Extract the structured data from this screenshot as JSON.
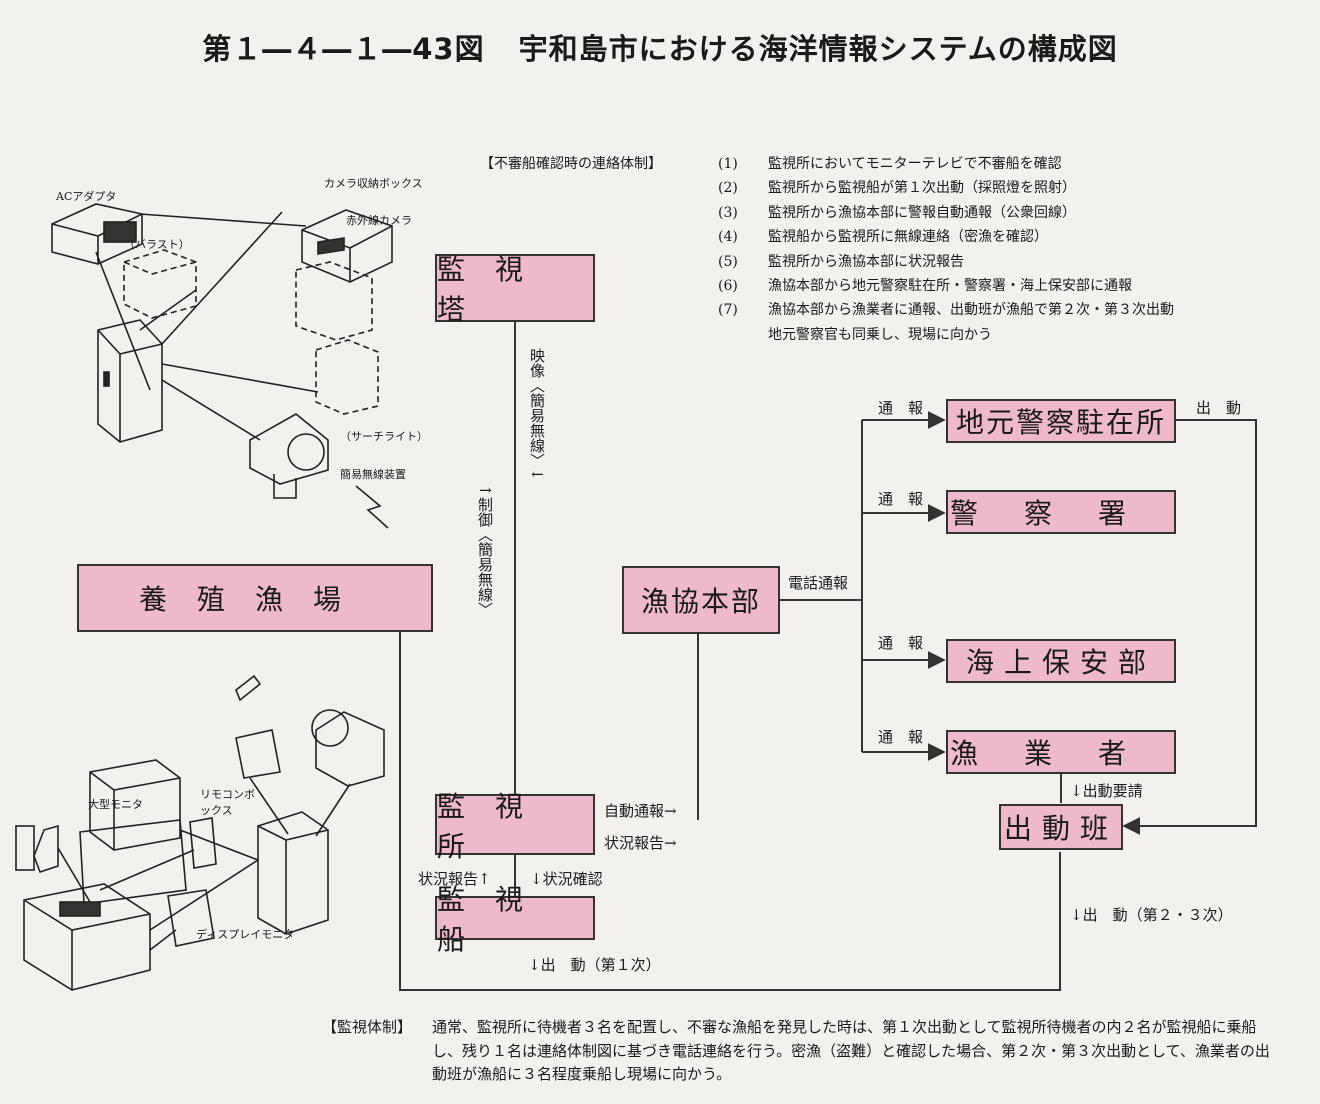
{
  "title": {
    "number": "第１―４―１―43図",
    "text": "宇和島市における海洋情報システムの構成図"
  },
  "procedure": {
    "header": "【不審船確認時の連絡体制】",
    "steps": [
      {
        "n": "(1)",
        "text": "監視所においてモニターテレビで不審船を確認"
      },
      {
        "n": "(2)",
        "text": "監視所から監視船が第１次出動（採照燈を照射）"
      },
      {
        "n": "(3)",
        "text": "監視所から漁協本部に警報自動通報（公衆回線）"
      },
      {
        "n": "(4)",
        "text": "監視船から監視所に無線連絡（密漁を確認）"
      },
      {
        "n": "(5)",
        "text": "監視所から漁協本部に状況報告"
      },
      {
        "n": "(6)",
        "text": "漁協本部から地元警察駐在所・警察署・海上保安部に通報"
      },
      {
        "n": "(7)",
        "text": "漁協本部から漁業者に通報、出動班が漁船で第２次・第３次出動"
      },
      {
        "n": "",
        "text": "地元警察官も同乗し、現場に向かう"
      }
    ]
  },
  "nodes": {
    "tower": "監視塔",
    "farm": "養殖漁場",
    "station": "監視所",
    "boat": "監視船",
    "hq": "漁協本部",
    "police_box": "地元警察駐在所",
    "police": "警察署",
    "coast_guard": "海上保安部",
    "fishers": "漁業者",
    "squad": "出動班"
  },
  "edge_labels": {
    "video": "映像〈簡易無線〉↓",
    "control": "↑制御〈簡易無線〉",
    "auto_alert": "自動通報→",
    "status_report": "状況報告→",
    "boat_report": "状況報告↑",
    "status_check": "↓状況確認",
    "dispatch_1": "↓出　動（第１次）",
    "phone_alert": "電話通報",
    "notify": "通　報",
    "dispatch": "出　動",
    "dispatch_request": "↓出動要請",
    "dispatch_23": "↓出　動（第２・３次）"
  },
  "equipment_labels": {
    "ac_adapter": "ACアダプタ",
    "camera_box": "カメラ収納ボックス",
    "ir_camera": "赤外線カメラ",
    "ballast": "（バラスト）",
    "searchlight": "（サーチライト）",
    "radio": "簡易無線装置",
    "big_monitor": "大型モニタ",
    "remote_box": "リモコンボックス",
    "display_monitor": "ディスプレイモニタ"
  },
  "monitoring": {
    "header": "【監視体制】",
    "text": "通常、監視所に待機者３名を配置し、不審な漁船を発見した時は、第１次出動として監視所待機者の内２名が監視船に乗船し、残り１名は連絡体制図に基づき電話連絡を行う。密漁（盗難）と確認した場合、第２次・第３次出動として、漁業者の出動班が漁船に３名程度乗船し現場に向かう。"
  },
  "colors": {
    "box_fill": "#eeb9cd",
    "line": "#333333",
    "background": "#f3f1ee"
  }
}
